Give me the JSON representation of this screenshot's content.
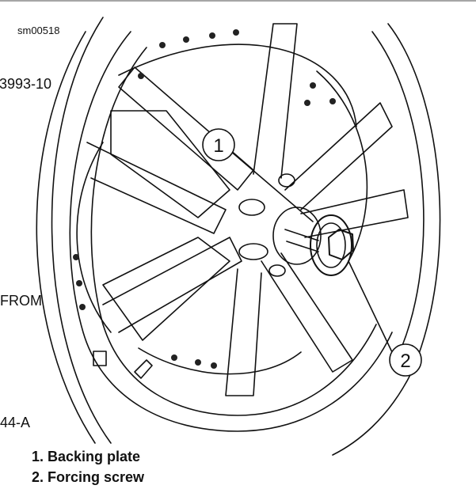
{
  "figure": {
    "id": "sm00518",
    "side_text_top": "3993-10",
    "side_text_mid": "FROM",
    "side_text_bottom": "44-A"
  },
  "callouts": [
    {
      "number": "1"
    },
    {
      "number": "2"
    }
  ],
  "legend": [
    {
      "text": "1. Backing plate"
    },
    {
      "text": "2. Forcing screw"
    }
  ]
}
